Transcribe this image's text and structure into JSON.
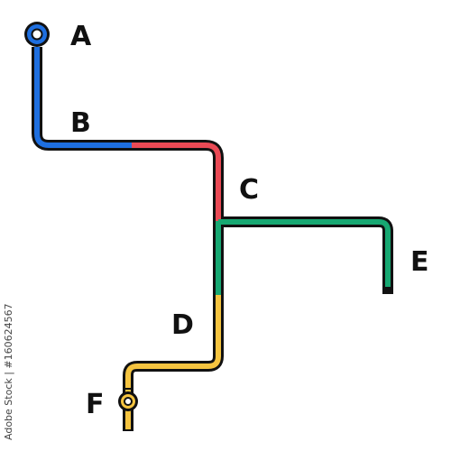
{
  "stations": {
    "a": "A",
    "b": "B",
    "c": "C",
    "d": "D",
    "e": "E",
    "f": "F"
  },
  "lines": [
    {
      "id": "blue",
      "color": "#1e6fe0"
    },
    {
      "id": "red",
      "color": "#ea4a55"
    },
    {
      "id": "green",
      "color": "#17a872"
    },
    {
      "id": "yellow",
      "color": "#f5c440"
    }
  ],
  "outline_color": "#111111",
  "watermark": "Adobe Stock | #160624567"
}
